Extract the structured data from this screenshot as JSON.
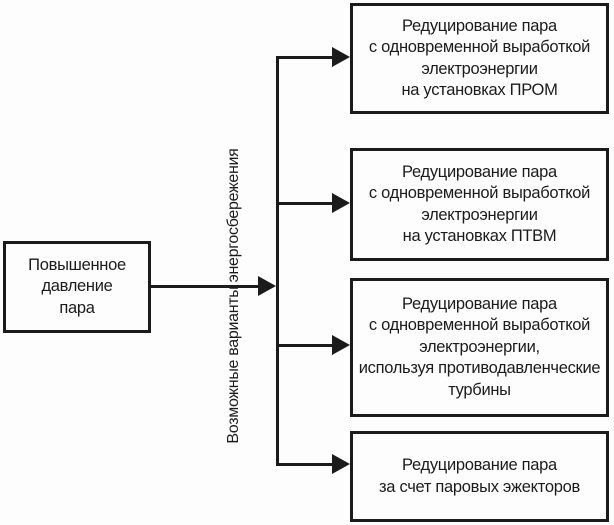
{
  "colors": {
    "ink": "#1b1b1b",
    "background": "#fdfdfd",
    "box_fill": "#fdfdfd"
  },
  "diagram": {
    "source": {
      "label": "Повышенное\nдавление\nпара"
    },
    "branch_label": "Возможные варианты энергосбережения",
    "options": [
      {
        "label": "Редуцирование пара\nс одновременной выработкой\nэлектроэнергии\nна установках ПРОМ"
      },
      {
        "label": "Редуцирование пара\nс одновременной выработкой\nэлектроэнергии\nна установках ПТВМ"
      },
      {
        "label": "Редуцирование пара\nс одновременной выработкой\nэлектроэнергии,\nиспользуя противодавленческие\nтурбины"
      },
      {
        "label": "Редуцирование пара\nза счет паровых эжекторов"
      }
    ]
  }
}
